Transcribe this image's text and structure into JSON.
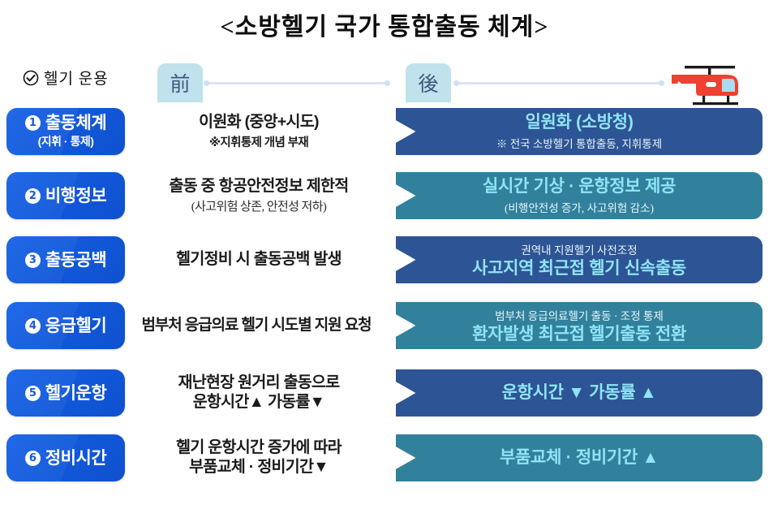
{
  "title": "<소방헬기 국가 통합출동 체계>",
  "header": {
    "legend_label": "헬기 운용",
    "check_icon": "check-circle-icon",
    "phase_before": "前",
    "phase_after": "後",
    "helicopter_icon": "helicopter-icon"
  },
  "colors": {
    "pill_blue": "#1359d9",
    "banner_navy": "#2d5494",
    "banner_teal": "#31819d",
    "after_text": "#8fe4f7",
    "badge_bg": "#bfe2ec",
    "connector": "#d6e6f5",
    "helicopter_body": "#f0402f",
    "helicopter_glass": "#aadcf0",
    "helicopter_rotor": "#1a1a1a"
  },
  "rows": [
    {
      "num": "1",
      "category": "출동체계",
      "category_sub": "(지휘 · 통제)",
      "before_main": "이원화 (중앙+시도)",
      "before_sub": "※지휘통제 개념 부재",
      "before_sub_style": "bold",
      "after_main": "일원화 (소방청)",
      "after_sub": "※ 전국 소방헬기 통합출동, 지휘통제",
      "after_sub_position": "bottom",
      "after_color": "navy"
    },
    {
      "num": "2",
      "category": "비행정보",
      "category_sub": "",
      "before_main": "출동 중 항공안전정보 제한적",
      "before_sub": "(사고위험 상존, 안전성 저하)",
      "before_sub_style": "serif",
      "after_main": "실시간 기상 · 운항정보  제공",
      "after_sub": "(비행안전성 증가, 사고위험 감소)",
      "after_sub_position": "bottom",
      "after_color": "teal"
    },
    {
      "num": "3",
      "category": "출동공백",
      "category_sub": "",
      "before_main": "헬기정비 시 출동공백 발생",
      "before_sub": "",
      "before_sub_style": "bold",
      "after_main": "사고지역 최근접 헬기 신속출동",
      "after_sub": "권역내 지원헬기 사전조정",
      "after_sub_position": "top",
      "after_color": "navy"
    },
    {
      "num": "4",
      "category": "응급헬기",
      "category_sub": "",
      "before_main": "범부처 응급의료 헬기 시도별 지원 요청",
      "before_sub": "",
      "before_sub_style": "bold",
      "after_main": "환자발생 최근접 헬기출동 전환",
      "after_sub": "범부처 응급의료헬기 출동 · 조정 통제",
      "after_sub_position": "top",
      "after_color": "teal"
    },
    {
      "num": "5",
      "category": "헬기운항",
      "category_sub": "",
      "before_main": "재난현장 원거리 출동으로",
      "before_sub": "운항시간▲  가동률▼",
      "before_sub_style": "bold",
      "after_main": "운항시간 ▼  가동률 ▲",
      "after_sub": "",
      "after_sub_position": "bottom",
      "after_color": "navy"
    },
    {
      "num": "6",
      "category": "정비시간",
      "category_sub": "",
      "before_main": "헬기 운항시간 증가에 따라",
      "before_sub": "부품교체 · 정비기간▼",
      "before_sub_style": "bold",
      "after_main": "부품교체 · 정비기간 ▲",
      "after_sub": "",
      "after_sub_position": "bottom",
      "after_color": "teal"
    }
  ]
}
